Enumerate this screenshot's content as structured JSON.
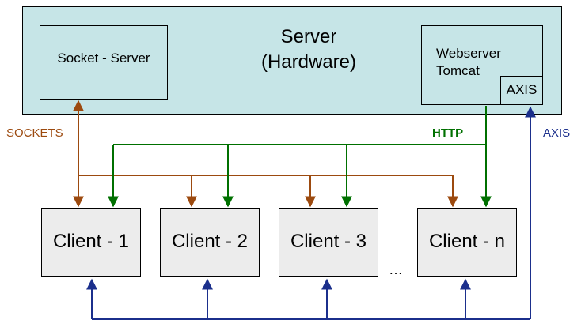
{
  "server": {
    "title": "Server",
    "subtitle": "(Hardware)"
  },
  "socket_server": {
    "label": "Socket - Server"
  },
  "webserver": {
    "line1": "Webserver",
    "line2": "Tomcat",
    "axis": "AXIS"
  },
  "clients": [
    "Client - 1",
    "Client - 2",
    "Client - 3",
    "Client - n"
  ],
  "ellipsis": "…",
  "connections": {
    "sockets": "SOCKETS",
    "http": "HTTP",
    "axis": "AXIS"
  },
  "colors": {
    "server_fill": "#c6e5e7",
    "client_fill": "#ececec",
    "sockets": "#9c4a0f",
    "http": "#007000",
    "axis": "#1b2f8c"
  }
}
